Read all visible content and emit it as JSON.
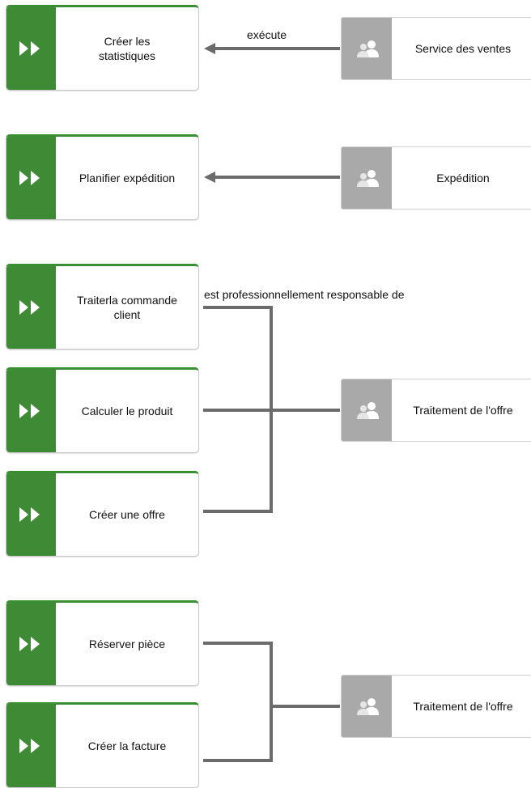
{
  "functions": [
    {
      "label": "Créer les\nstatistiques"
    },
    {
      "label": "Planifier expédition"
    },
    {
      "label": "Traiterla commande\nclient"
    },
    {
      "label": "Calculer le produit"
    },
    {
      "label": "Créer une offre"
    },
    {
      "label": "Réserver pièce"
    },
    {
      "label": "Créer la facture"
    }
  ],
  "org_units": [
    {
      "label": "Service des ventes"
    },
    {
      "label": "Expédition"
    },
    {
      "label": "Traitement de l'offre"
    },
    {
      "label": "Traitement de l'offre"
    }
  ],
  "connections": {
    "executes_label": "exécute",
    "responsible_label": "est professionnellement responsable de"
  },
  "colors": {
    "function_green": "#3f8b35",
    "org_gray": "#a9a9a9",
    "line_gray": "#6b6b6b"
  },
  "icons": {
    "function_icon": "double-chevron-right-icon",
    "org_icon": "people-group-icon"
  }
}
